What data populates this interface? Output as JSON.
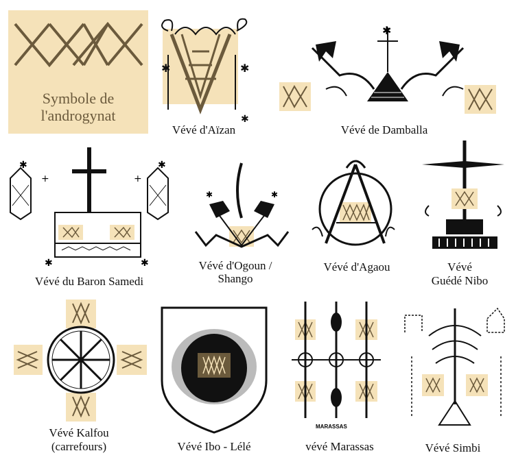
{
  "legend_box": {
    "line1": "Symbole de",
    "line2": "l'androgynat"
  },
  "captions": {
    "aizan": "Vévé d'Aïzan",
    "damballa": "Vévé de Damballa",
    "baron": "Vévé du Baron Samedi",
    "ogoun1": "Vévé d'Ogoun /",
    "ogoun2": "Shango",
    "agaou": "Vévé d'Agaou",
    "guede1": "Vévé",
    "guede2": "Guédé Nibo",
    "kalfou1": "Vévé Kalfou",
    "kalfou2": "(carrefours)",
    "ibo": "Vévé Ibo - Lélé",
    "marassas": "vévé Marassas",
    "simbi": "Vévé Simbi"
  },
  "inline_labels": {
    "marassas_small": "MARASSAS"
  },
  "colors": {
    "highlight": "#f5e2b9",
    "brown_symbol": "#6b5a3c",
    "ink": "#111111"
  }
}
